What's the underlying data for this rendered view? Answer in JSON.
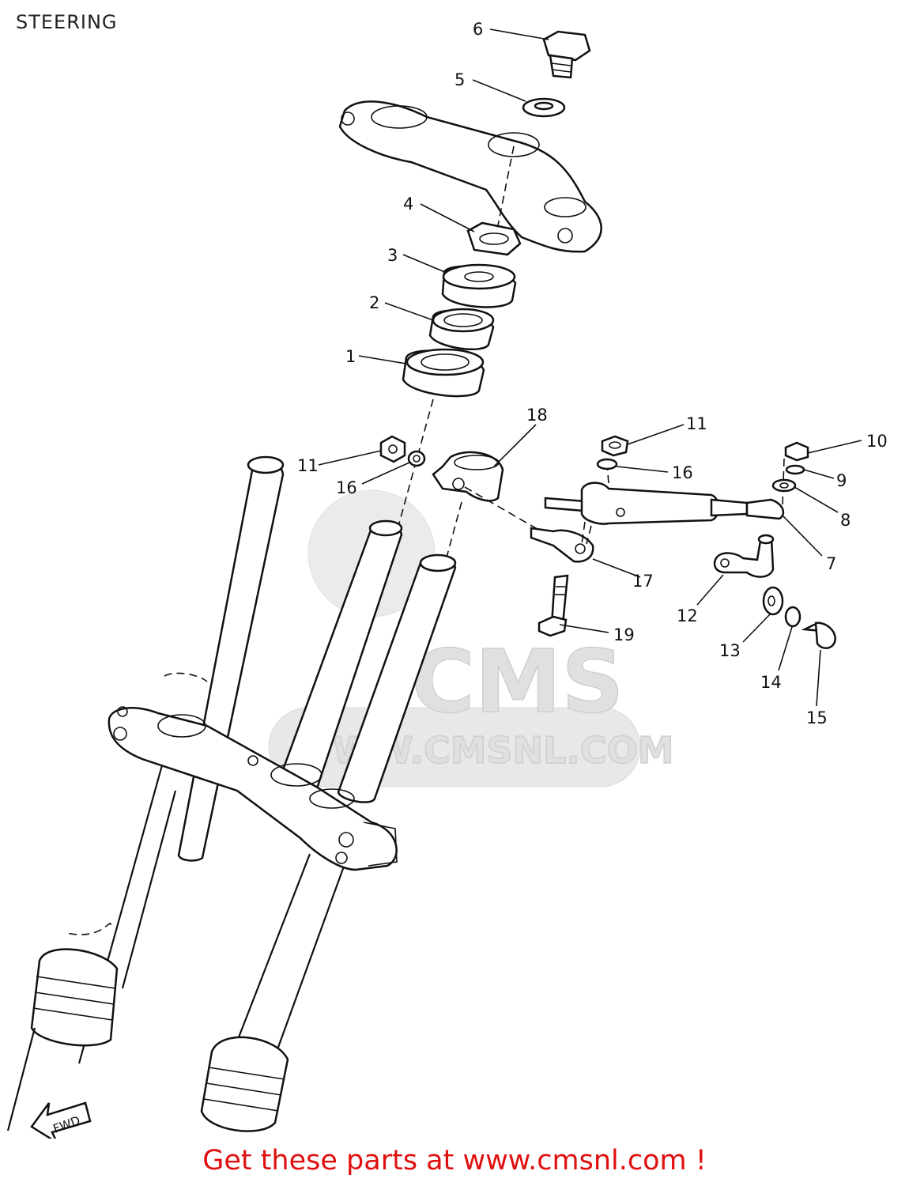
{
  "page": {
    "title": "STEERING"
  },
  "watermark": {
    "brand": "CMS",
    "url": "WWW.CMSNL.COM"
  },
  "fwd_label": "FWD",
  "callouts": [
    "1",
    "2",
    "3",
    "4",
    "5",
    "6",
    "7",
    "8",
    "9",
    "10",
    "11",
    "12",
    "13",
    "14",
    "15",
    "16",
    "17",
    "18",
    "19"
  ],
  "callouts_extra": [
    "11",
    "16"
  ],
  "promo": "Get these parts at www.cmsnl.com !"
}
